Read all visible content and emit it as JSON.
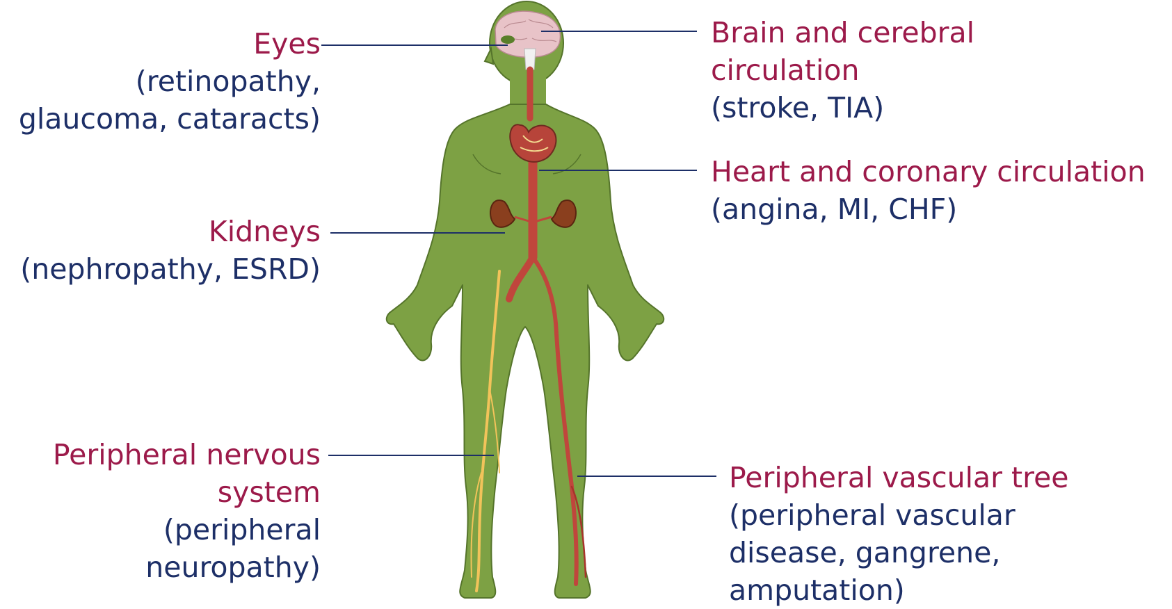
{
  "colors": {
    "organ_text": "#9c1a4a",
    "complication_text": "#1d2f67",
    "leader_line": "#1d2f67",
    "body_fill": "#7da144",
    "body_outline": "#55742b",
    "artery": "#c0463c",
    "nerve": "#f2c35a",
    "kidney": "#8a3f1e",
    "brain": "#e8c3c8"
  },
  "labels": {
    "eyes": {
      "organ": "Eyes",
      "complication_lines": [
        "(retinopathy,",
        "glaucoma, cataracts)"
      ]
    },
    "kidneys": {
      "organ": "Kidneys",
      "complication_lines": [
        "(nephropathy, ESRD)"
      ]
    },
    "peripheral_nervous": {
      "organ_lines": [
        "Peripheral nervous",
        "system"
      ],
      "complication_lines": [
        "(peripheral",
        "neuropathy)"
      ]
    },
    "brain": {
      "organ_lines": [
        "Brain and cerebral",
        "circulation"
      ],
      "complication_lines": [
        "(stroke, TIA)"
      ]
    },
    "heart": {
      "organ": "Heart and coronary circulation",
      "complication_lines": [
        "(angina, MI, CHF)"
      ]
    },
    "peripheral_vascular": {
      "organ": "Peripheral vascular tree",
      "complication_lines": [
        "(peripheral vascular",
        "disease, gangrene,",
        "amputation)"
      ]
    }
  }
}
